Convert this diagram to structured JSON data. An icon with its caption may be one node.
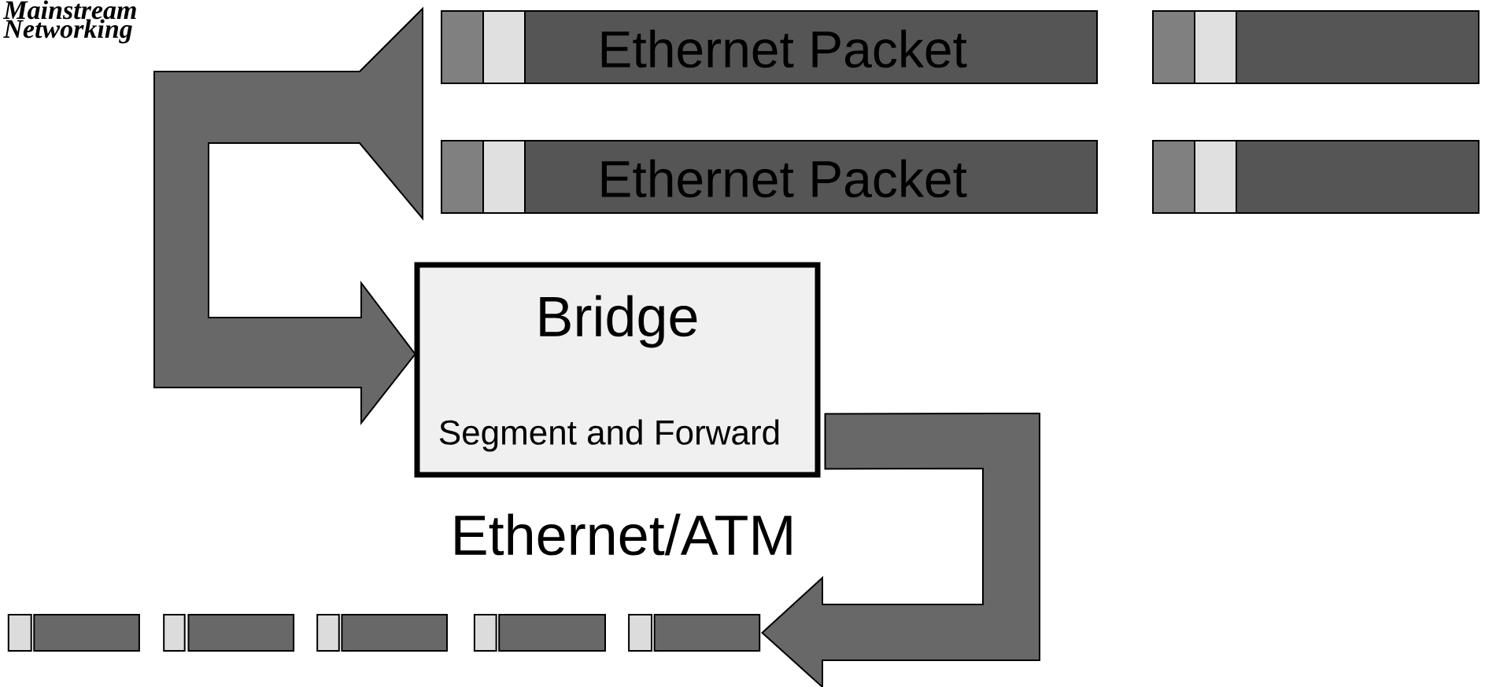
{
  "diagram": {
    "nodes": [
      {
        "text": [
          "Ethernet Packet"
        ]
      },
      {
        "text": [],
        "shape": "bar"
      },
      {
        "text": [
          "Ethernet Packet"
        ]
      },
      {
        "text": [],
        "shape": "bar"
      },
      {
        "text": [
          "Bridge",
          "Segment and Forward"
        ]
      },
      {
        "text": [],
        "shape": "bar"
      },
      {
        "text": [],
        "shape": "bar"
      },
      {
        "text": [],
        "shape": "bar"
      },
      {
        "text": [],
        "shape": "bar"
      },
      {
        "text": [],
        "shape": "bar"
      }
    ],
    "edges": [
      {
        "from": 0,
        "to": 4,
        "arrow": "to"
      },
      {
        "from": 2,
        "to": 4,
        "arrow": "to"
      },
      {
        "from": 4,
        "to": 9,
        "arrow": "to"
      }
    ],
    "labels": [
      "Mainstream Networking",
      "Ethernet/ATM"
    ]
  }
}
